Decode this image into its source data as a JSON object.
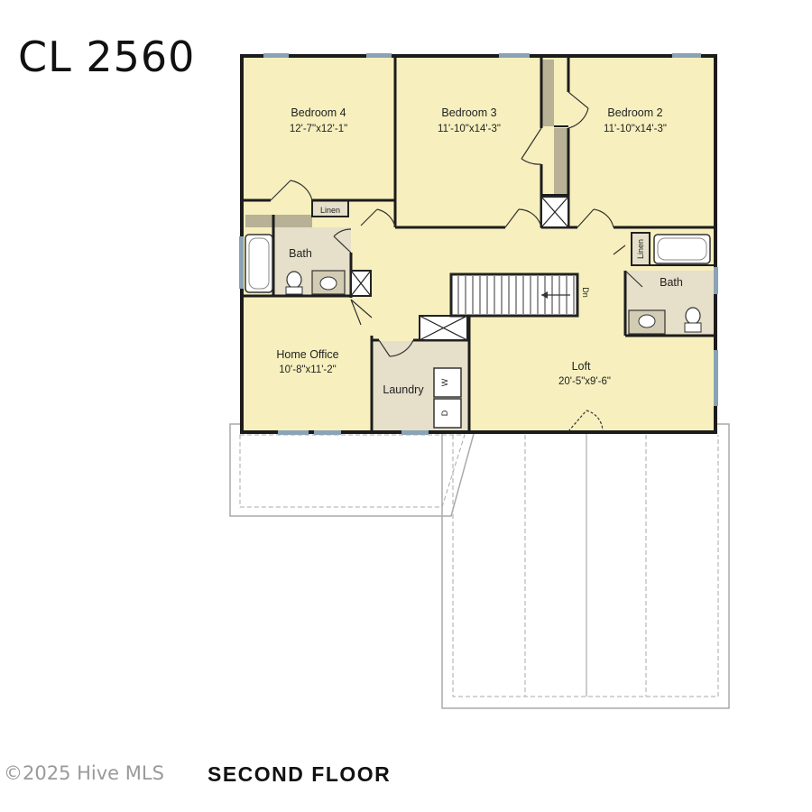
{
  "header": {
    "plan_name": "CL 2560"
  },
  "footer": {
    "watermark": "©2025 Hive MLS",
    "floor_label": "SECOND  FLOOR"
  },
  "colors": {
    "room_fill": "#f7f0be",
    "wet_fill": "#e6dfc9",
    "closet_fill": "#b8b196",
    "wall": "#1c1c1c",
    "dash": "#9a9a9a"
  },
  "rooms": {
    "bedroom4": {
      "name": "Bedroom 4",
      "dims": "12'-7\"x12'-1\""
    },
    "bedroom3": {
      "name": "Bedroom 3",
      "dims": "11'-10\"x14'-3\""
    },
    "bedroom2": {
      "name": "Bedroom 2",
      "dims": "11'-10\"x14'-3\""
    },
    "bath_left": {
      "name": "Bath"
    },
    "bath_right": {
      "name": "Bath"
    },
    "linen_left": {
      "name": "Linen"
    },
    "linen_right": {
      "name": "Linen"
    },
    "home_office": {
      "name": "Home Office",
      "dims": "10'-8\"x11'-2\""
    },
    "laundry": {
      "name": "Laundry"
    },
    "loft": {
      "name": "Loft",
      "dims": "20'-5\"x9'-6\""
    }
  },
  "appliances": {
    "washer": "W",
    "dryer": "D"
  },
  "stairs": {
    "label": "Dn"
  }
}
